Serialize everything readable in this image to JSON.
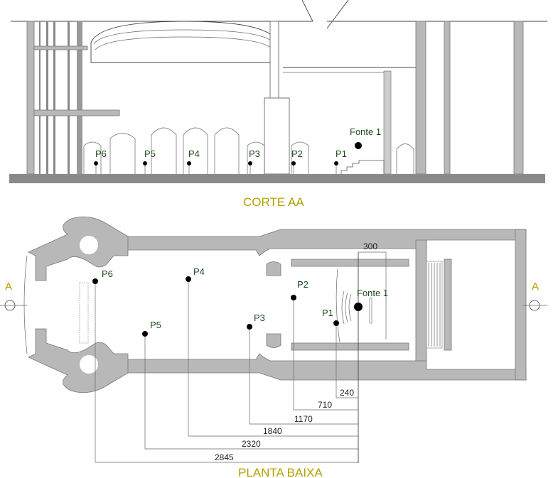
{
  "section": {
    "title": "CORTE AA",
    "source_label": "Fonte 1",
    "points": [
      "P6",
      "P5",
      "P4",
      "P3",
      "P2",
      "P1"
    ]
  },
  "plan": {
    "title": "PLANTA BAIXA",
    "source_label": "Fonte 1",
    "section_marker_left": "A",
    "section_marker_right": "A",
    "points": {
      "P1": "P1",
      "P2": "P2",
      "P3": "P3",
      "P4": "P4",
      "P5": "P5",
      "P6": "P6"
    },
    "dimensions": {
      "d300": "300",
      "d240": "240",
      "d710": "710",
      "d1170": "1170",
      "d1840": "1840",
      "d2320": "2320",
      "d2845": "2845"
    }
  },
  "colors": {
    "wall": "#b8b8b8",
    "label": "#1f4a1f",
    "title": "#b5a000"
  }
}
